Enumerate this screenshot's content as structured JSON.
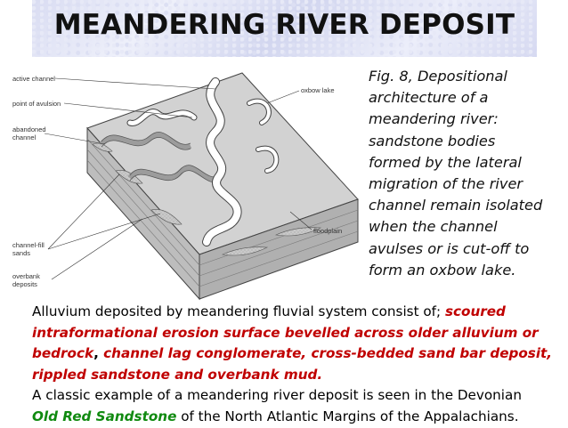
{
  "title": "MEANDERING RIVER DEPOSIT",
  "diagram": {
    "labels": {
      "active_channel": "active channel",
      "point_of_avulsion": "point of avulsion",
      "abandoned_channel_1": "abandoned",
      "abandoned_channel_2": "channel",
      "oxbow_lake": "oxbow lake",
      "floodplain": "floodplain",
      "channel_fill_1": "channel-fill",
      "channel_fill_2": "sands",
      "overbank_1": "overbank",
      "overbank_2": "deposits"
    }
  },
  "caption": {
    "lines": [
      "Fig. 8, Depositional",
      "architecture of a",
      "meandering river:",
      "sandstone bodies",
      "formed by the lateral",
      "migration of the river",
      "channel remain isolated",
      "when the channel",
      "avulses or is cut-off to",
      "form an oxbow lake."
    ]
  },
  "body": {
    "intro": "Alluvium deposited by meandering fluvial system consist of; ",
    "red_1": "scoured",
    "red_2": "intraformational erosion surface bevelled across older alluvium or",
    "red_3": "bedrock",
    "comma": ", ",
    "red_4": "channel lag conglomerate, cross-bedded sand bar deposit,",
    "red_5": "rippled sandstone and overbank mud.",
    "example_1": "A classic example of a meandering river deposit is seen in the Devonian",
    "green": "Old Red Sandstone",
    "example_2": " of the North Atlantic Margins of the Appalachians."
  },
  "colors": {
    "red": "#c00000",
    "green": "#108a10"
  }
}
